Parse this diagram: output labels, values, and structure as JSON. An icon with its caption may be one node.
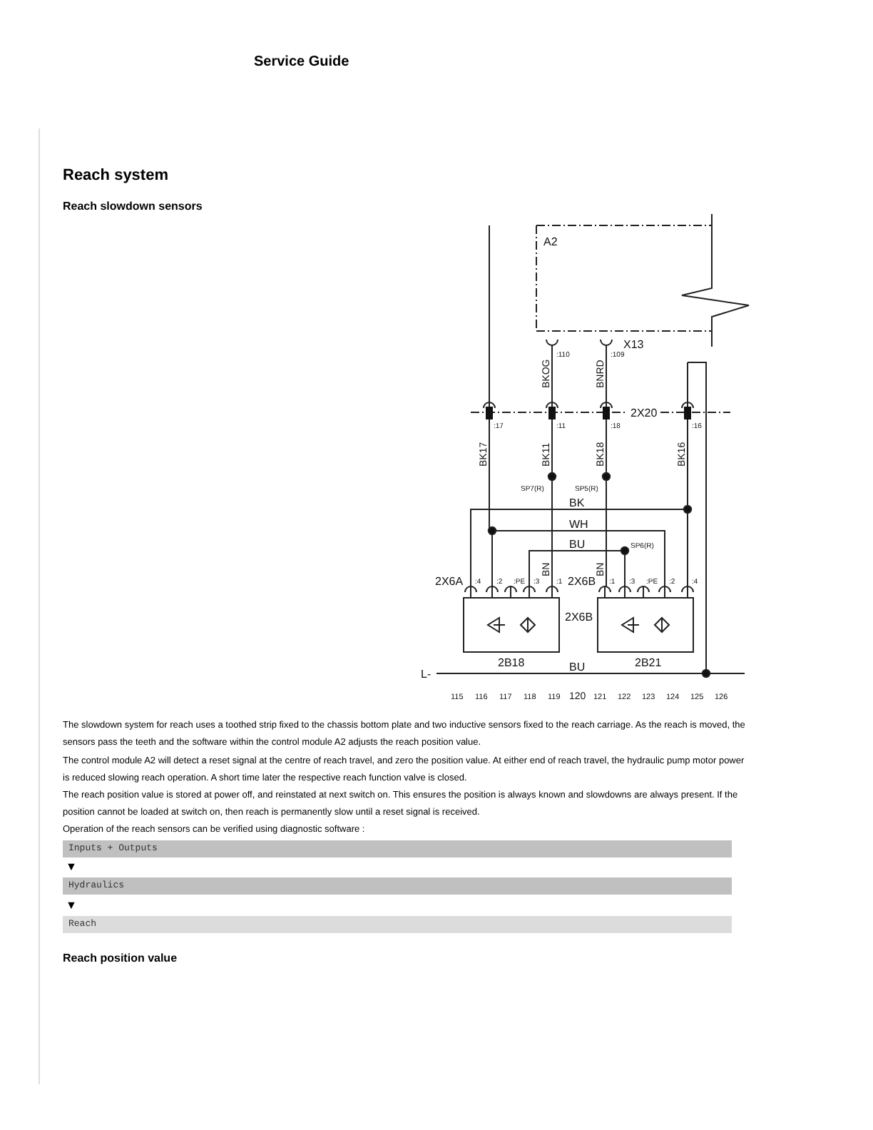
{
  "diagram": {
    "title": "Reach system",
    "labels": [
      "Service Guide",
      "Reach slowdown sensors",
      "A2",
      "X13",
      ":110",
      ":109",
      "BKOG",
      "BNRD",
      "2X20",
      ":17",
      ":11",
      ":18",
      ":16",
      "BK17",
      "BK11",
      "BK18",
      "BK16",
      "SP7(R)",
      "SP5(R)",
      "BK",
      "WH",
      "BU",
      "SP6(R)",
      "BN",
      "BN",
      "2X6A",
      ":4",
      ":2",
      ":PE",
      ":3",
      ":1",
      "2X6B",
      ":1",
      ":3",
      ":PE",
      ":2",
      ":4",
      "2X6B",
      "2B18",
      "2B21",
      "L-",
      "BU",
      "115",
      "116",
      "117",
      "118",
      "119",
      "120",
      "121",
      "122",
      "123",
      "124",
      "125",
      "126",
      "The slowdown system for reach uses a toothed strip fixed to the chassis bottom plate and two inductive sensors fixed to the reach carriage. As the reach is moved, the sensors pass the teeth and the software within the control module A2 adjusts the reach position value.",
      "The control module A2 will detect a reset signal at the centre of reach travel, and zero the position value. At either end of reach travel, the hydraulic pump motor power is reduced slowing reach operation. A short time later the respective reach function valve is closed.",
      "The reach position value is stored at power off, and reinstated at next switch on. This ensures the position is always known and slowdowns are always present. If the position cannot be loaded at switch on, then reach is permanently slow until a reset signal is received.",
      "Operation of the reach sensors can be verified using diagnostic software :",
      "Inputs + Outputs",
      "▼",
      "Hydraulics",
      "▼",
      "Reach",
      "Reach position value"
    ]
  }
}
